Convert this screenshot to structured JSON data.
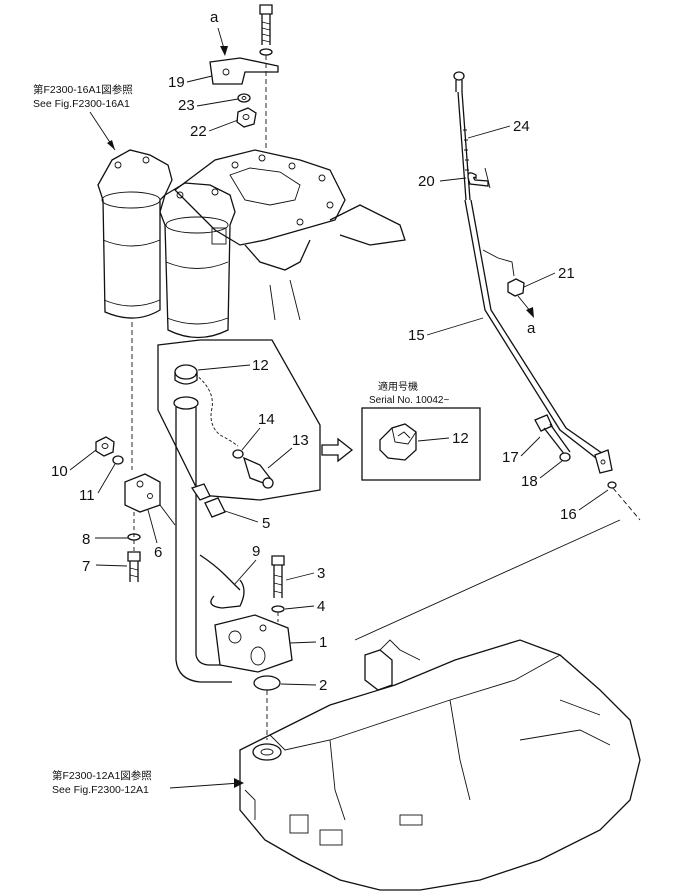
{
  "references": {
    "filter_ref_jp": "第F2300-16A1図参照",
    "filter_ref_en": "See Fig.F2300-16A1",
    "tank_ref_jp": "第F2300-12A1図参照",
    "tank_ref_en": "See Fig.F2300-12A1"
  },
  "serial_box": {
    "title_jp": "適用号機",
    "serial": "Serial No. 10042~"
  },
  "markers": {
    "a_top": "a",
    "a_right": "a"
  },
  "callouts": {
    "c1": "1",
    "c2": "2",
    "c3": "3",
    "c4": "4",
    "c5": "5",
    "c6": "6",
    "c7": "7",
    "c8": "8",
    "c9": "9",
    "c10": "10",
    "c11": "11",
    "c12": "12",
    "c12b": "12",
    "c13": "13",
    "c14": "14",
    "c15": "15",
    "c16": "16",
    "c17": "17",
    "c18": "18",
    "c19": "19",
    "c20": "20",
    "c21": "21",
    "c22": "22",
    "c23": "23",
    "c24": "24"
  }
}
